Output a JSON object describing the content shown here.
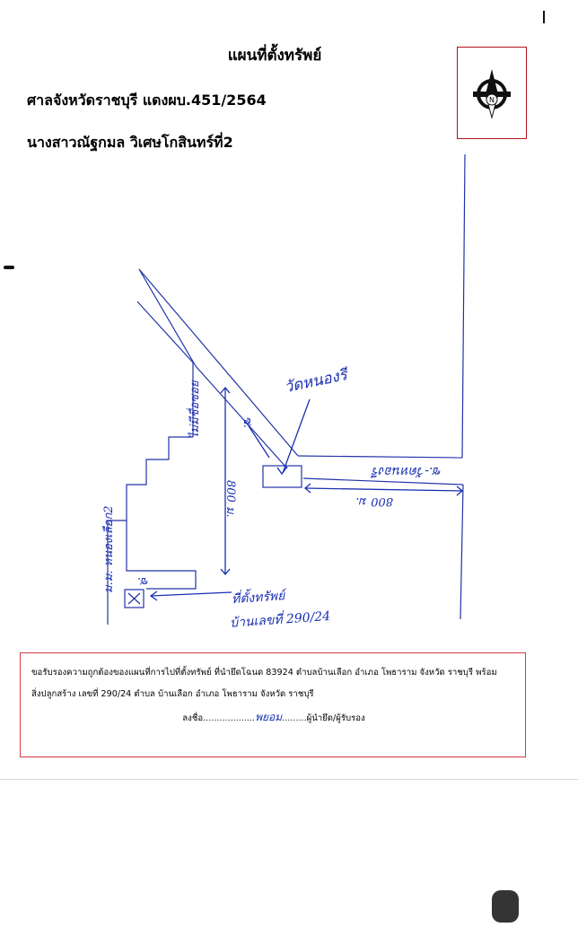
{
  "document": {
    "title": "แผนที่ตั้งทรัพย์",
    "court_case": "ศาลจังหวัดราชบุรี แดงผบ.451/2564",
    "owner": "นางสาวณัฐกมล วิเศษโกสินทร์ที่2"
  },
  "compass": {
    "north_label": "N"
  },
  "map": {
    "labels": {
      "temple": "วัดหนองรี",
      "temple_road": "ซ.-วัดหนองรี",
      "distance_east": "800 ม.",
      "distance_north": "800 ม.",
      "road_wall": "ไม่มีชื่อซอย",
      "side_road": "ซ.",
      "road_west": "ม.ม. หนองเลือก2",
      "road_no_name": "ซ.",
      "property": "ที่ตั้งทรัพย์",
      "house_no": "บ้านเลขที่ 290/24"
    },
    "colors": {
      "line": "#2233a8",
      "ink": "#1a2fb0"
    }
  },
  "certificate": {
    "line1": "ขอรับรองความถูกต้องของแผนที่การไปที่ตั้งทรัพย์ ที่นำยึดโฉนด 83924  ตำบลบ้านเลือก  อำเภอ โพธาราม จังหวัด ราชบุรี พร้อม",
    "line2": "สิ่งปลูกสร้าง เลขที่ 290/24 ตำบล บ้านเลือก อำเภอ โพธาราม  จังหวัด ราชบุรี",
    "sign_prefix": "ลงชื่อ",
    "sign_dots_left": "...................",
    "signature": "พยอม",
    "sign_dots_right": ".........",
    "sign_suffix": "ผู้นำยึด/ผู้รับรอง"
  }
}
